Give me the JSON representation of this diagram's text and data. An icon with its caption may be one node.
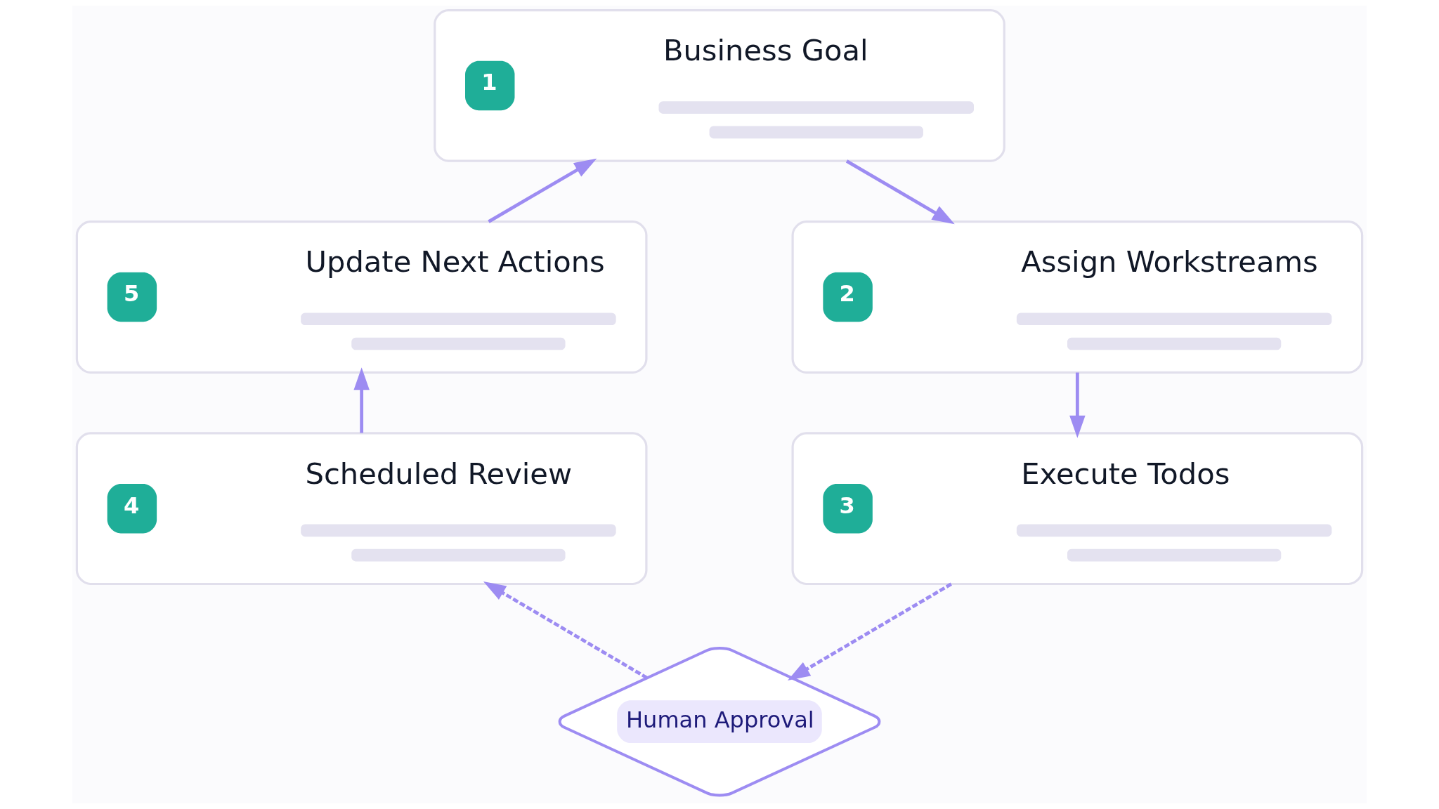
{
  "diagram": {
    "nodes": [
      {
        "text": [
          "1",
          "Business Goal"
        ]
      },
      {
        "text": [
          "2",
          "Assign Workstreams"
        ]
      },
      {
        "text": [
          "3",
          "Execute Todos"
        ]
      },
      {
        "text": [
          "Human Approval"
        ]
      },
      {
        "text": [
          "4",
          "Scheduled Review"
        ]
      },
      {
        "text": [
          "5",
          "Update Next Actions"
        ]
      }
    ],
    "edges": [
      {
        "from": 0,
        "to": 1,
        "arrow": "to"
      },
      {
        "from": 1,
        "to": 2,
        "arrow": "to"
      },
      {
        "from": 2,
        "to": 3,
        "arrow": "to",
        "style": "dashed"
      },
      {
        "from": 3,
        "to": 4,
        "arrow": "to",
        "style": "dashed"
      },
      {
        "from": 4,
        "to": 5,
        "arrow": "to"
      },
      {
        "from": 5,
        "to": 0,
        "arrow": "to"
      }
    ]
  }
}
